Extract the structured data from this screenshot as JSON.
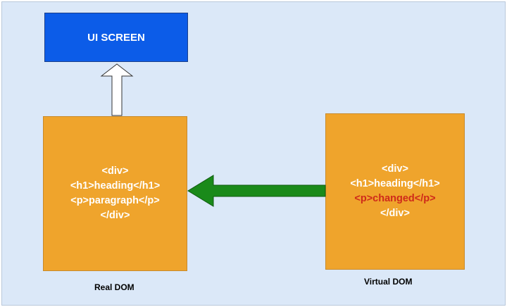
{
  "ui_screen": {
    "label": "UI SCREEN"
  },
  "real_dom": {
    "lines": [
      "<div>",
      "<h1>heading</h1>",
      "<p>paragraph</p>",
      "</div>"
    ],
    "caption": "Real DOM"
  },
  "virtual_dom": {
    "lines": [
      "<div>",
      "<h1>heading</h1>",
      "<p>changed</p>",
      "</div>"
    ],
    "caption": "Virtual DOM"
  },
  "colors": {
    "background": "#dbe8f8",
    "ui_screen": "#0c5ce8",
    "dom_box": "#efa42c",
    "sync_arrow": "#1a8a1a",
    "render_arrow": "#ffffff",
    "changed_text": "#cf2a1a"
  }
}
